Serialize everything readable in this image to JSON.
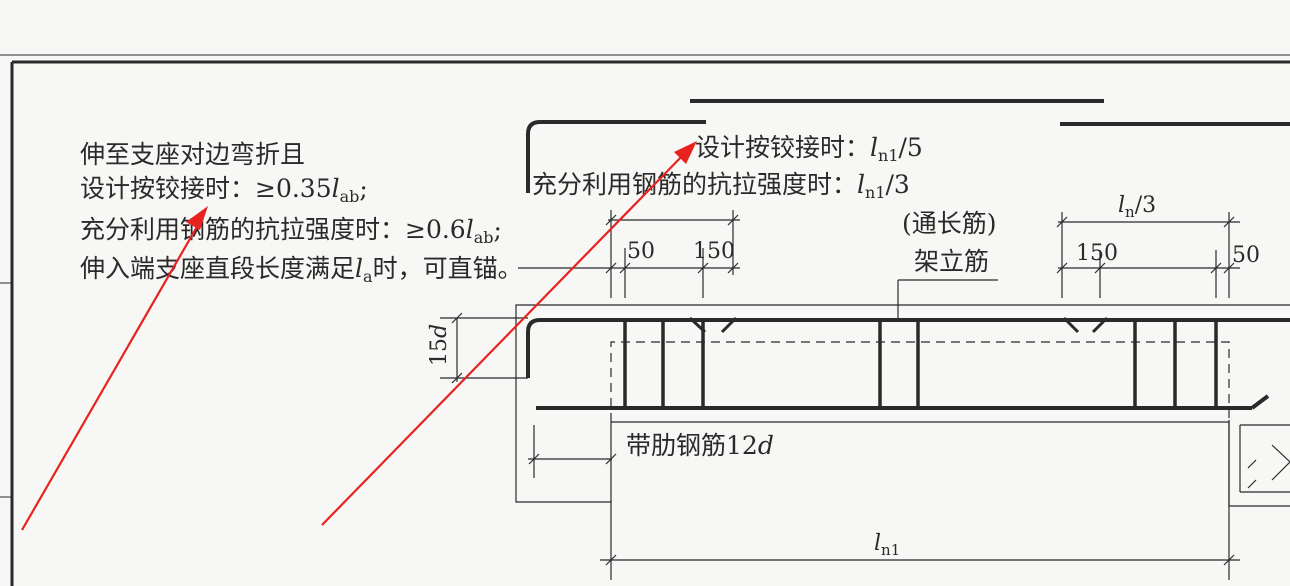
{
  "notes_left": {
    "line1": "伸至支座对边弯折且",
    "line2_prefix": "设计按铰接时：≥0.35",
    "line2_var": "l",
    "line2_sub": "ab",
    "line2_suffix": ";",
    "line3_prefix": "充分利用钢筋的抗拉强度时：≥0.6",
    "line3_var": "l",
    "line3_sub": "ab",
    "line3_suffix": ";",
    "line4_prefix": "伸入端支座直段长度满足",
    "line4_var": "l",
    "line4_sub": "a",
    "line4_suffix": "时，可直锚。"
  },
  "notes_top": {
    "line1_prefix": "设计按铰接时：",
    "line1_var": "l",
    "line1_sub": "n1",
    "line1_suffix": "/5",
    "line2_prefix": "充分利用钢筋的抗拉强度时：",
    "line2_var": "l",
    "line2_sub": "n1",
    "line2_suffix": "/3"
  },
  "labels": {
    "through_bar": "(通长筋)",
    "erection_bar": "架立筋",
    "rib_bar_prefix": "带肋钢筋12",
    "rib_bar_var": "d",
    "bend_15d_num": "15",
    "bend_15d_var": "d"
  },
  "dimensions": {
    "d50_left": "50",
    "d150_left": "150",
    "ln3_var": "l",
    "ln3_sub": "n",
    "ln3_suffix": "/3",
    "d150_right": "150",
    "d50_right": "50",
    "ln1_var": "l",
    "ln1_sub": "n1"
  },
  "colors": {
    "ink": "#2a2a2a",
    "arrow": "#e8231f",
    "background": "#f7f7f5"
  }
}
